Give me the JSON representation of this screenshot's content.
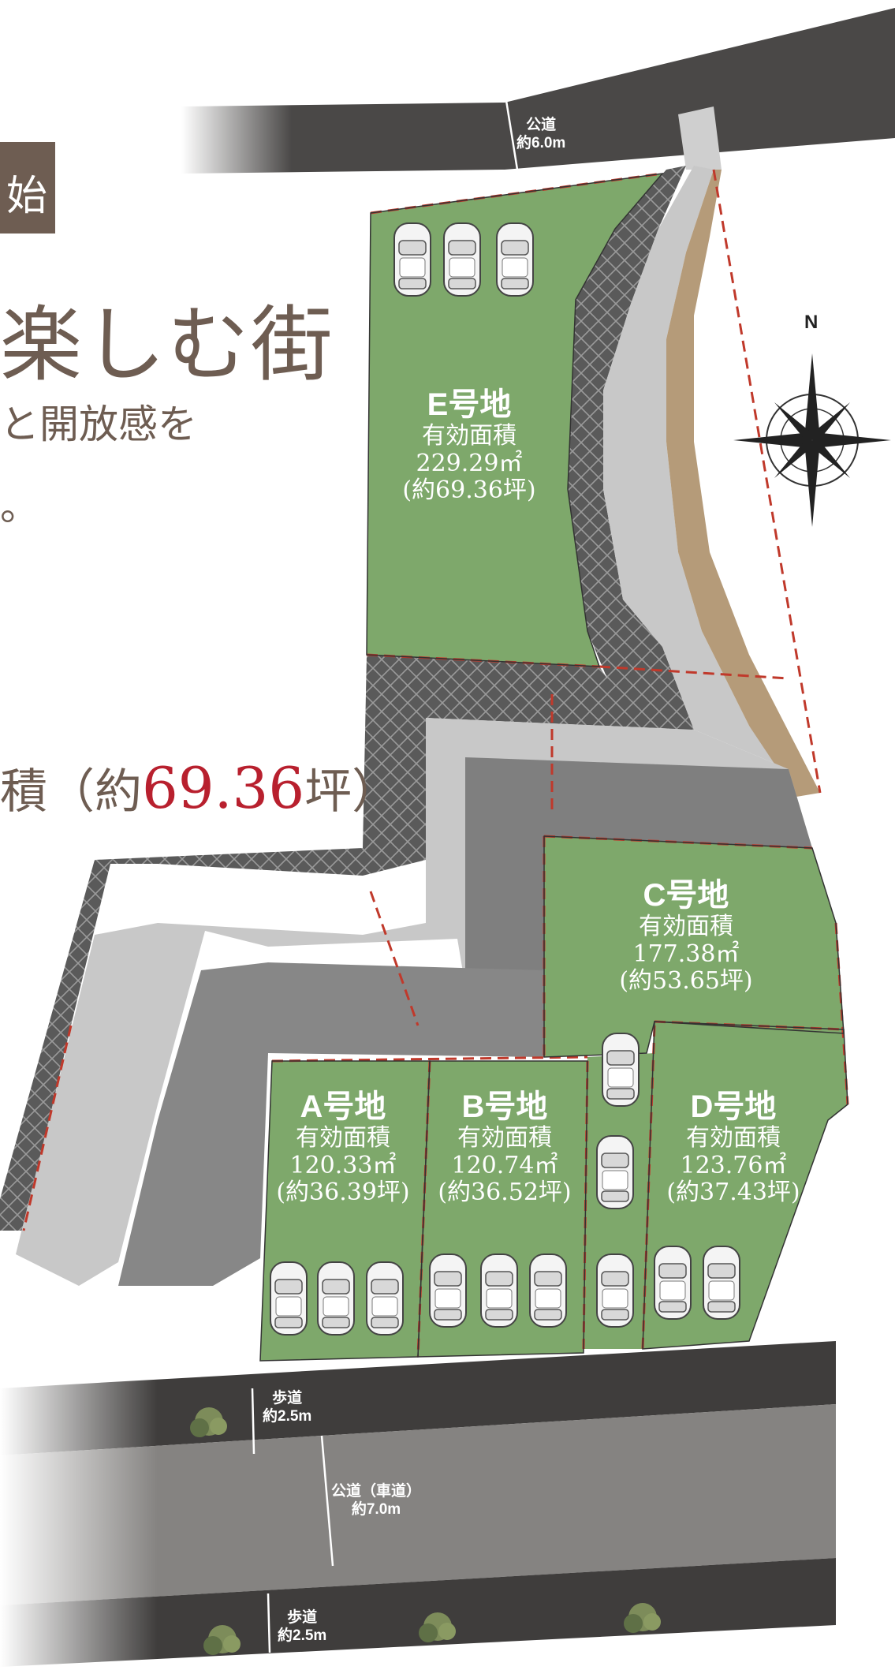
{
  "header": {
    "ribbon": "始",
    "headline": "楽しむ街",
    "sub1": "と開放感を",
    "sub2": "。",
    "area_prefix": "積（約",
    "area_value": "69.36",
    "area_suffix": "坪）"
  },
  "lots": [
    {
      "name": "E号地",
      "label": "有効面積",
      "area": "229.29㎡",
      "tsubo": "(約69.36坪)"
    },
    {
      "name": "C号地",
      "label": "有効面積",
      "area": "177.38㎡",
      "tsubo": "(約53.65坪)"
    },
    {
      "name": "A号地",
      "label": "有効面積",
      "area": "120.33㎡",
      "tsubo": "(約36.39坪)"
    },
    {
      "name": "B号地",
      "label": "有効面積",
      "area": "120.74㎡",
      "tsubo": "(約36.52坪)"
    },
    {
      "name": "D号地",
      "label": "有効面積",
      "area": "123.76㎡",
      "tsubo": "(約37.43坪)"
    }
  ],
  "roads": {
    "north": {
      "name": "公道",
      "width": "約6.0m"
    },
    "sidewalk_top": {
      "name": "歩道",
      "width": "約2.5m"
    },
    "main": {
      "name": "公道（車道）",
      "width": "約7.0m"
    },
    "sidewalk_bottom": {
      "name": "歩道",
      "width": "約2.5m"
    }
  },
  "compass": {
    "label": "N"
  },
  "colors": {
    "lot": "#7ea86b",
    "lot_dark": "#6e9a5f",
    "asphalt": "#3d3b3a",
    "road": "#8c8a88",
    "wall": "#838383",
    "hatch": "#6a6a6a",
    "brown": "#a08b6c",
    "boundary": "#c0392b",
    "accent": "#b8202e",
    "brand": "#6e5d52"
  }
}
